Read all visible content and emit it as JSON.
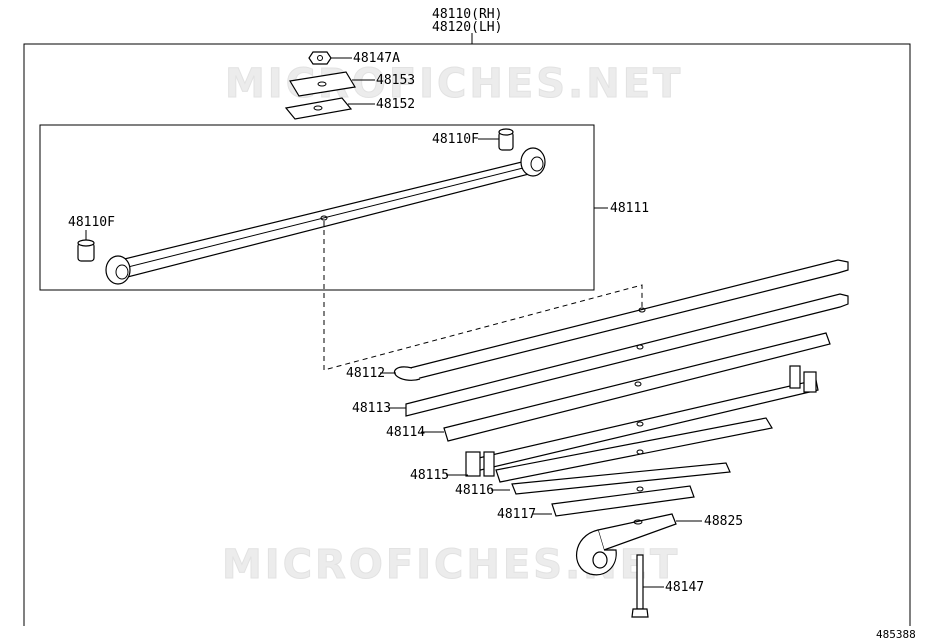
{
  "watermark": "MICROFICHES.NET",
  "header": {
    "rh": "48110(RH)",
    "lh": "48120(LH)"
  },
  "diagram_id": "485388",
  "callouts": {
    "p48147A": "48147A",
    "p48153": "48153",
    "p48152": "48152",
    "p48110F_top": "48110F",
    "p48110F_left": "48110F",
    "p48111": "48111",
    "p48112": "48112",
    "p48113": "48113",
    "p48114": "48114",
    "p48115": "48115",
    "p48116": "48116",
    "p48117": "48117",
    "p48825": "48825",
    "p48147": "48147"
  }
}
